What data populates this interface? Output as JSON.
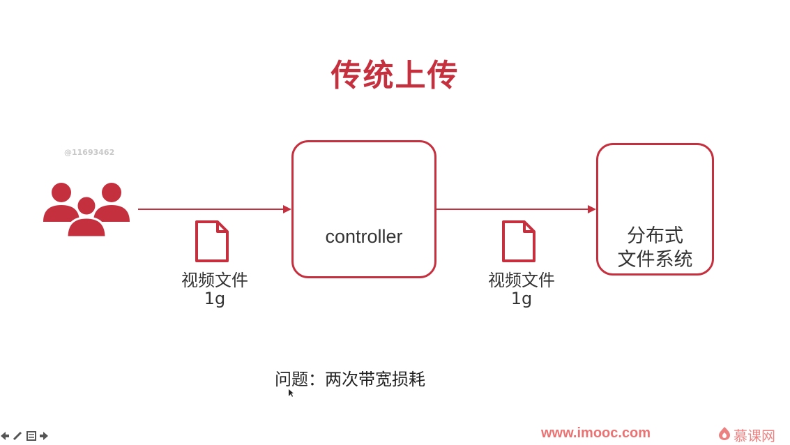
{
  "slide": {
    "title": "传统上传",
    "watermark": "@11693462",
    "controller": {
      "label": "controller"
    },
    "dfs": {
      "line1": "分布式",
      "line2": "文件系统"
    },
    "file_left": {
      "name": "视频文件",
      "size": "1g"
    },
    "file_right": {
      "name": "视频文件",
      "size": "1g"
    },
    "problem": "问题：两次带宽损耗"
  },
  "footer": {
    "site_url": "www.imooc.com",
    "brand_name": "慕课网"
  },
  "colors": {
    "accent": "#c5303f",
    "text": "#333333",
    "watermark": "#e85a5a"
  },
  "icons": [
    "users-icon",
    "cloud-sync-icon",
    "file-icon",
    "document-icon",
    "prev-icon",
    "pen-icon",
    "menu-icon",
    "next-icon"
  ]
}
